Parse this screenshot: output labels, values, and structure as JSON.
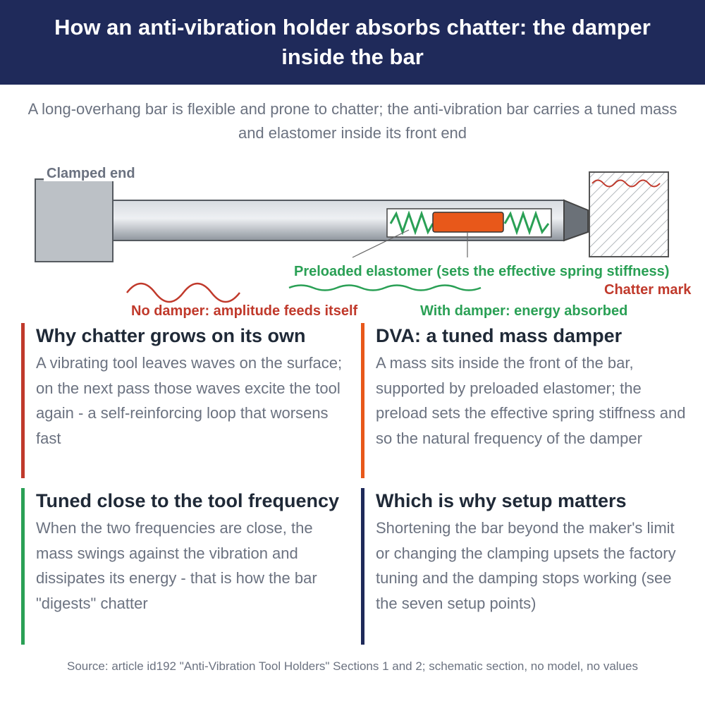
{
  "header": {
    "title": "How an anti-vibration holder absorbs chatter: the damper inside the bar"
  },
  "subtitle": "A long-overhang bar is flexible and prone to chatter; the anti-vibration bar carries a tuned mass and elastomer inside its front end",
  "diagram": {
    "clamped_end": "Clamped end",
    "elastomer_label": "Preloaded elastomer (sets the effective spring stiffness)",
    "chatter_mark": "Chatter mark",
    "no_damper": "No damper: amplitude feeds itself",
    "with_damper": "With damper: energy absorbed",
    "colors": {
      "red": "#c0392b",
      "green": "#2aa055",
      "orange": "#e8581a",
      "navy": "#1f2a5a"
    }
  },
  "cards": [
    {
      "title": "Why chatter grows on its own",
      "body": "A vibrating tool leaves waves on the surface; on the next pass those waves excite the tool again - a self-reinforcing loop that worsens fast"
    },
    {
      "title": "DVA: a tuned mass damper",
      "body": "A mass sits inside the front of the bar, supported by preloaded elastomer; the preload sets the effective spring stiffness and so the natural frequency of the damper"
    },
    {
      "title": "Tuned close to the tool frequency",
      "body": "When the two frequencies are close, the mass swings against the vibration and dissipates its energy - that is how the bar \"digests\" chatter"
    },
    {
      "title": "Which is why setup matters",
      "body": "Shortening the bar beyond the maker's limit or changing the clamping upsets the factory tuning and the damping stops working (see the seven setup points)"
    }
  ],
  "source": "Source: article id192 \"Anti-Vibration Tool Holders\" Sections 1 and 2; schematic section, no model, no values"
}
